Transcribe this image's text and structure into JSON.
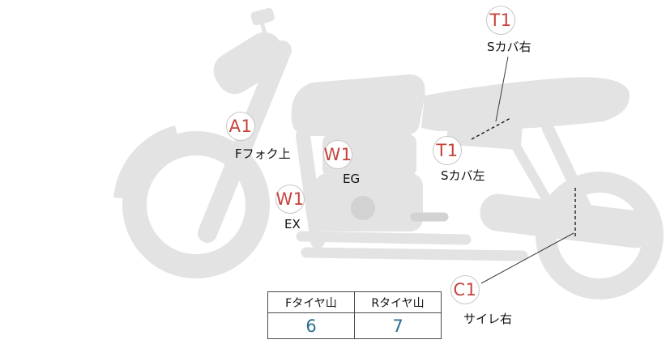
{
  "markers": [
    {
      "code": "T1",
      "label": "Sカバ右"
    },
    {
      "code": "A1",
      "label": "Fフォク上"
    },
    {
      "code": "W1",
      "label": "EG"
    },
    {
      "code": "T1",
      "label": "Sカバ左"
    },
    {
      "code": "W1",
      "label": "EX"
    },
    {
      "code": "C1",
      "label": "サイレ右"
    }
  ],
  "tire_table": {
    "columns": [
      "Fタイヤ山",
      "Rタイヤ山"
    ],
    "values": [
      "6",
      "7"
    ]
  },
  "colors": {
    "marker": "#c5433c",
    "tire_value": "#2a6d8f",
    "silhouette": "#e3e3e3",
    "silhouette_dark": "#d2d2d2"
  }
}
